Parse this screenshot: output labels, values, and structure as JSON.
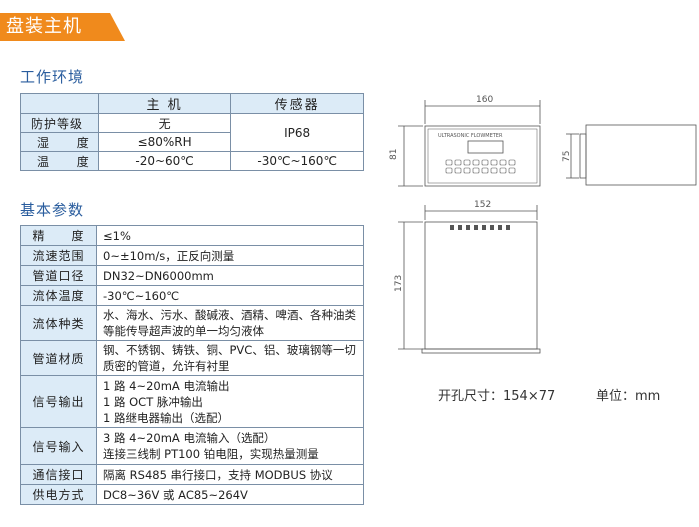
{
  "banner": "盘装主机",
  "section_work": "工作环境",
  "section_params": "基本参数",
  "work_table": {
    "headers": [
      "主 机",
      "传感器"
    ],
    "rows": [
      {
        "label": [
          "防护等级"
        ],
        "host": "无"
      },
      {
        "label": [
          "湿",
          "度"
        ],
        "host": "≤80%RH"
      },
      {
        "label": [
          "温",
          "度"
        ],
        "host": "-20~60℃",
        "sensor": "-30℃~160℃"
      }
    ],
    "sensor_protection": "IP68"
  },
  "params": [
    {
      "label": "精　　度",
      "value": "≤1%"
    },
    {
      "label": "流速范围",
      "value": "0~±10m/s，正反向测量"
    },
    {
      "label": "管道口径",
      "value": "DN32~DN6000mm"
    },
    {
      "label": "流体温度",
      "value": "-30℃~160℃"
    },
    {
      "label": "流体种类",
      "value": "水、海水、污水、酸碱液、酒精、啤酒、各种油类等能传导超声波的单一均匀液体"
    },
    {
      "label": "管道材质",
      "value": "钢、不锈钢、铸铁、铜、PVC、铝、玻璃钢等一切质密的管道，允许有衬里"
    },
    {
      "label": "信号输出",
      "lines": [
        "1 路 4~20mA 电流输出",
        "1 路 OCT 脉冲输出",
        "1 路继电器输出（选配）"
      ]
    },
    {
      "label": "信号输入",
      "lines": [
        "3 路 4~20mA 电流输入（选配）",
        "连接三线制 PT100 铂电阻，实现热量测量"
      ]
    },
    {
      "label": "通信接口",
      "value": "隔离 RS485 串行接口，支持 MODBUS 协议"
    },
    {
      "label": "供电方式",
      "value": "DC8~36V 或 AC85~264V"
    }
  ],
  "drawing": {
    "front_width": "160",
    "front_height": "81",
    "front_label": "ULTRASONIC FLOWMETER",
    "side_height": "75",
    "top_width": "152",
    "top_height": "173"
  },
  "cutout": "开孔尺寸：154×77",
  "unit": "单位：mm",
  "colors": {
    "banner": "#f08a1c",
    "header_bg": "#dcebf7",
    "title": "#2a5d9e"
  }
}
